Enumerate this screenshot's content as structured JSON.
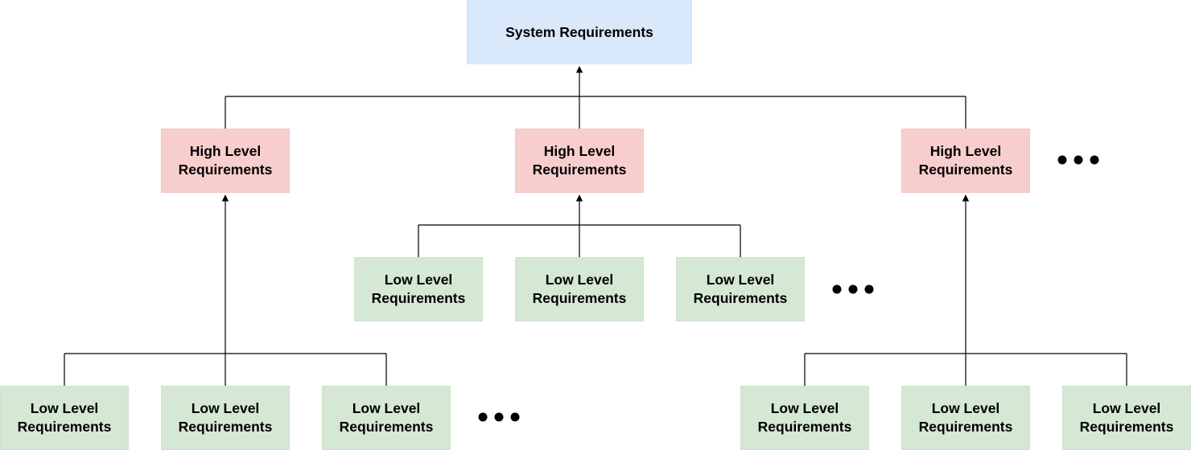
{
  "diagram": {
    "system": {
      "label": "System Requirements"
    },
    "high_level": [
      {
        "label_line1": "High Level",
        "label_line2": "Requirements"
      },
      {
        "label_line1": "High Level",
        "label_line2": "Requirements"
      },
      {
        "label_line1": "High Level",
        "label_line2": "Requirements"
      }
    ],
    "low_level_left": [
      {
        "label_line1": "Low Level",
        "label_line2": "Requirements"
      },
      {
        "label_line1": "Low Level",
        "label_line2": "Requirements"
      },
      {
        "label_line1": "Low Level",
        "label_line2": "Requirements"
      }
    ],
    "low_level_middle": [
      {
        "label_line1": "Low Level",
        "label_line2": "Requirements"
      },
      {
        "label_line1": "Low Level",
        "label_line2": "Requirements"
      },
      {
        "label_line1": "Low Level",
        "label_line2": "Requirements"
      }
    ],
    "low_level_right": [
      {
        "label_line1": "Low Level",
        "label_line2": "Requirements"
      },
      {
        "label_line1": "Low Level",
        "label_line2": "Requirements"
      },
      {
        "label_line1": "Low Level",
        "label_line2": "Requirements"
      }
    ],
    "colors": {
      "system_fill": "#dae8fc",
      "high_level_fill": "#f8cecc",
      "low_level_fill": "#d5e8d4",
      "connector": "#000000"
    }
  }
}
